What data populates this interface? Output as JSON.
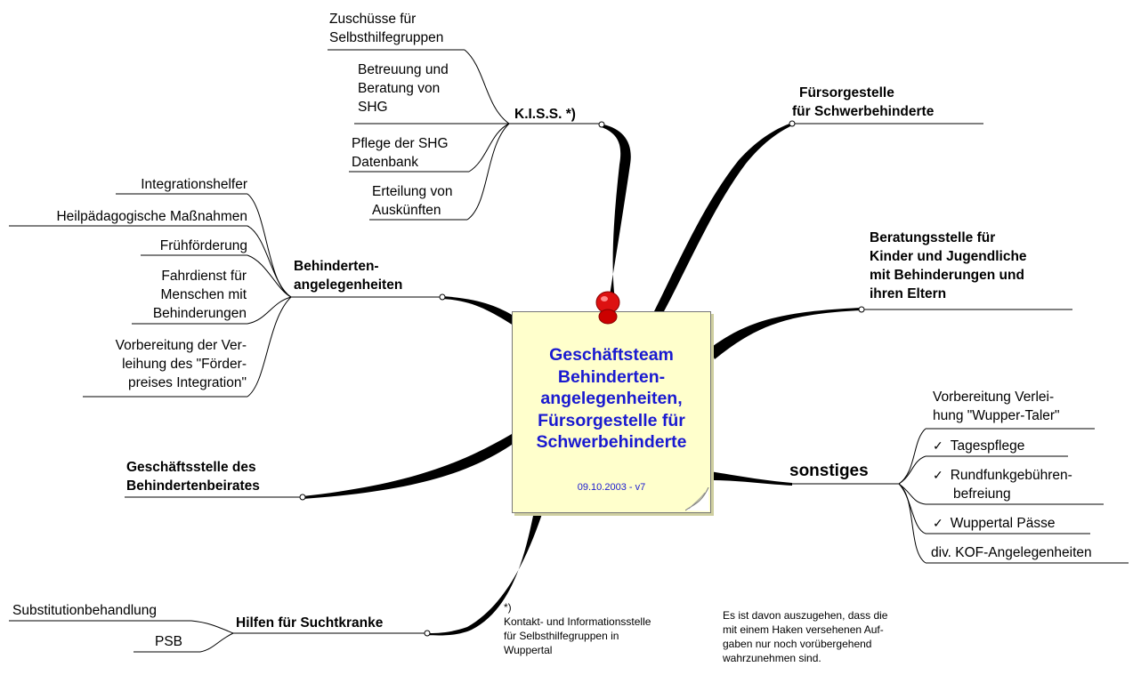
{
  "center": {
    "title_lines": [
      "Geschäftsteam",
      "Behinderten-",
      "angelegenheiten,",
      "Fürsorgestelle für",
      "Schwerbehinderte"
    ],
    "date": "09.10.2003 - v7"
  },
  "kiss": {
    "label": "K.I.S.S. *)",
    "items": [
      [
        "Zuschüsse für",
        "Selbsthilfegruppen"
      ],
      [
        "Betreuung und",
        "Beratung von",
        "SHG"
      ],
      [
        "Pflege der SHG",
        "Datenbank"
      ],
      [
        "Erteilung von",
        "Auskünften"
      ]
    ]
  },
  "fuersorge": {
    "lines": [
      "Fürsorgestelle",
      "für Schwerbehinderte"
    ]
  },
  "beratung": {
    "lines": [
      "Beratungsstelle für",
      "Kinder und Jugendliche",
      "mit Behinderungen und",
      "ihren Eltern"
    ]
  },
  "behinderten": {
    "lines": [
      "Behinderten-",
      "angelegenheiten"
    ],
    "items": [
      [
        "Integrationshelfer"
      ],
      [
        "Heilpädagogische Maßnahmen"
      ],
      [
        "Frühförderung"
      ],
      [
        "Fahrdienst für",
        "Menschen mit",
        "Behinderungen"
      ],
      [
        "Vorbereitung der Ver-",
        "leihung des \"Förder-",
        "preises Integration\""
      ]
    ]
  },
  "geschaeftsstelle": {
    "lines": [
      "Geschäftsstelle des",
      "Behindertenbeirates"
    ]
  },
  "sonstiges": {
    "label": "sonstiges",
    "check_symbol": "✓",
    "items": [
      {
        "lines": [
          "Vorbereitung Verlei-",
          "hung \"Wupper-Taler\""
        ]
      },
      {
        "lines": [
          "Tagespflege"
        ],
        "checked": true
      },
      {
        "lines": [
          "Rundfunkgebühren-",
          "befreiung"
        ],
        "checked": true
      },
      {
        "lines": [
          "Wuppertal Pässe"
        ],
        "checked": true
      },
      {
        "lines": [
          "div. KOF-Angelegenheiten"
        ]
      }
    ]
  },
  "sucht": {
    "label": "Hilfen für Suchtkranke",
    "items": [
      "Substitutionbehandlung",
      "PSB"
    ]
  },
  "footnote": {
    "lines": [
      "*)",
      "Kontakt- und Informationsstelle",
      "für Selbsthilfegruppen in",
      "Wuppertal"
    ]
  },
  "remark": {
    "lines": [
      "Es ist davon auszugehen, dass die",
      "mit einem Haken versehenen Auf-",
      "gaben nur noch vorübergehend",
      "wahrzunehmen sind."
    ]
  },
  "colors": {
    "title": "#1a1ad0",
    "note_bg": "#ffffcc",
    "pin": "#dd1111"
  }
}
